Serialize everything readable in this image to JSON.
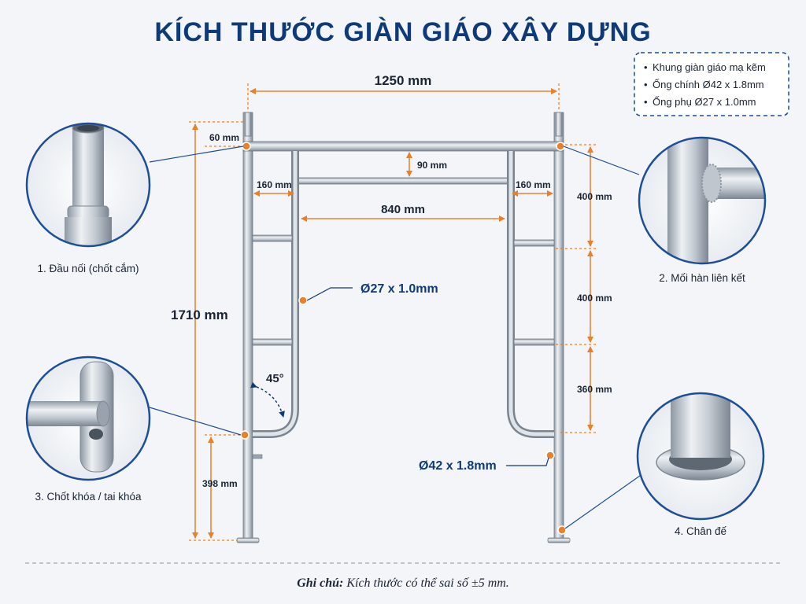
{
  "title": "KÍCH THƯỚC GIÀN GIÁO XÂY DỰNG",
  "legend": [
    "Khung giàn giáo mạ kẽm",
    "Ống chính Ø42 x 1.8mm",
    "Ống phụ Ø27 x 1.0mm"
  ],
  "dimensions": {
    "overall_width": "1250 mm",
    "top_offset": "60 mm",
    "crossbar_gap": "90 mm",
    "left_inset": "160 mm",
    "right_inset": "160 mm",
    "inner_width": "840 mm",
    "total_height": "1710 mm",
    "bottom_leg": "398 mm",
    "rung_1": "400 mm",
    "rung_2": "400 mm",
    "rung_3": "360 mm",
    "angle": "45°"
  },
  "callouts": {
    "secondary_tube": "Ø27 x 1.0mm",
    "main_tube": "Ø42 x 1.8mm"
  },
  "details": [
    "1. Đầu nối (chốt cắm)",
    "2. Mối hàn liên kết",
    "3. Chốt khóa / tai khóa",
    "4. Chân đế"
  ],
  "note": {
    "label": "Ghi chú:",
    "text": "Kích thước có thể sai số ±5 mm."
  },
  "colors": {
    "title": "#0f3a7a",
    "accent": "#e8812a",
    "tube": "#c5ccd4",
    "outline": "#7d8894"
  }
}
